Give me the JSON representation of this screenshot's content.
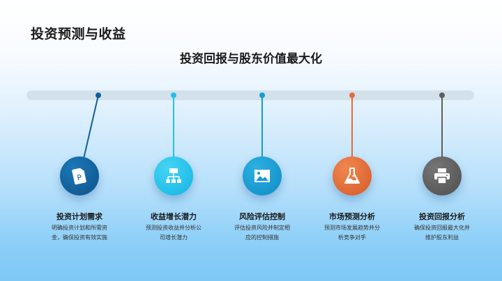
{
  "header": {
    "title": "投资预测与收益",
    "subtitle": "投资回报与股东价值最大化"
  },
  "timeline": {
    "items": [
      {
        "label": "投资计划需求",
        "desc": "明确投资计划和所需资金，确保投资有效实施",
        "icon": "document-p-icon",
        "color": "#11609a"
      },
      {
        "label": "收益增长潜力",
        "desc": "预测投资收益并分析公司增长潜力",
        "icon": "hierarchy-icon",
        "color": "#1fc3ea"
      },
      {
        "label": "风险评估控制",
        "desc": "评估投资风险并制定相应的控制措施",
        "icon": "image-icon",
        "color": "#159bd3"
      },
      {
        "label": "市场预测分析",
        "desc": "预测市场发展趋势并分析竞争对手",
        "icon": "flask-icon",
        "color": "#e46a38"
      },
      {
        "label": "投资回报分析",
        "desc": "确保投资回报最大化并维护股东利益",
        "icon": "printer-icon",
        "color": "#5e5e5e"
      }
    ]
  }
}
